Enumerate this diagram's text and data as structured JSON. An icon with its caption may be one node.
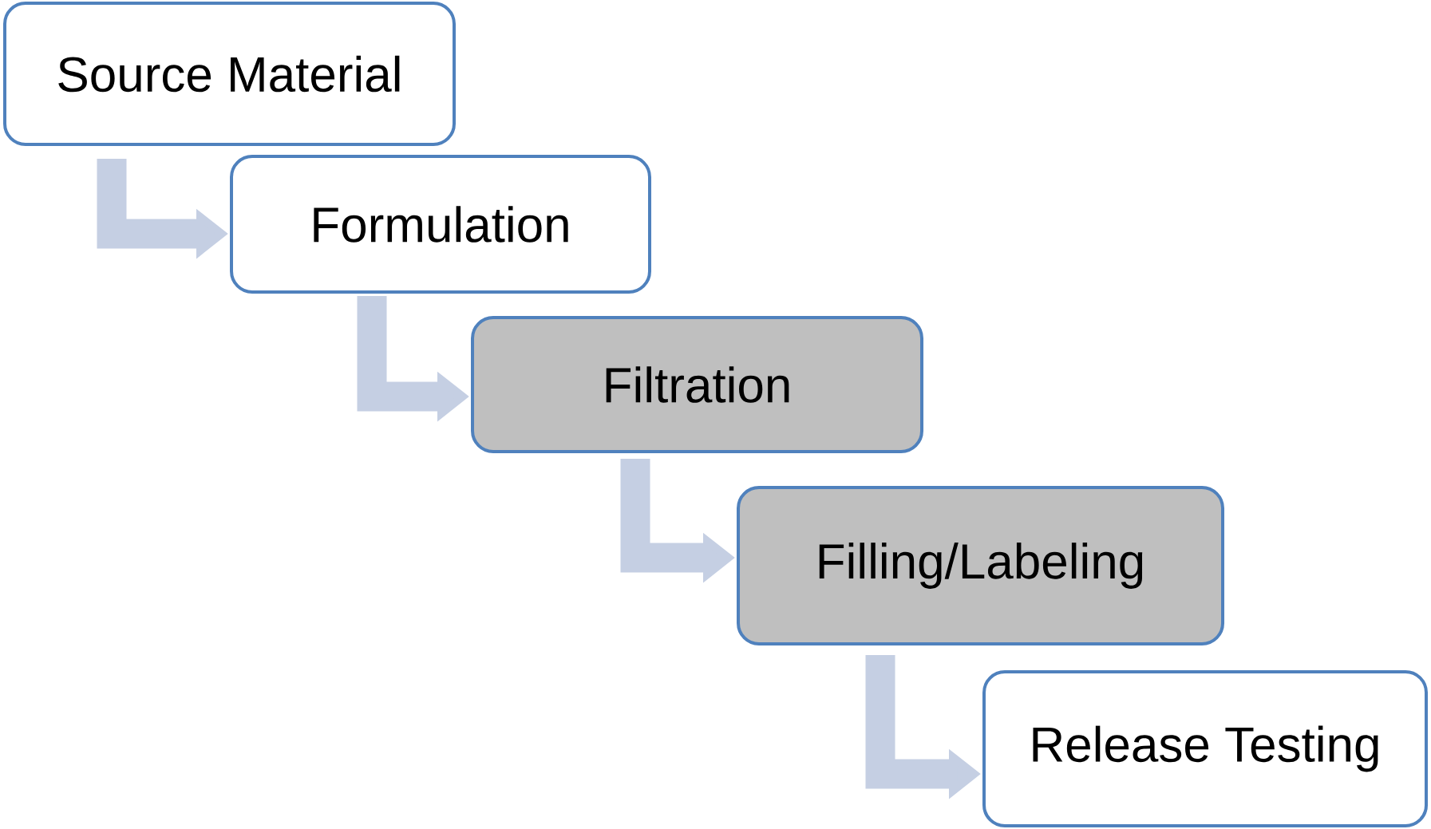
{
  "diagram": {
    "nodes": [
      {
        "text": [
          "Source Material"
        ]
      },
      {
        "text": [
          "Formulation"
        ]
      },
      {
        "text": [
          "Filtration"
        ]
      },
      {
        "text": [
          "Filling/Labeling"
        ]
      },
      {
        "text": [
          "Release Testing"
        ]
      }
    ],
    "edges": [
      {
        "from": 0,
        "to": 1,
        "arrow": "to"
      },
      {
        "from": 1,
        "to": 2,
        "arrow": "to"
      },
      {
        "from": 2,
        "to": 3,
        "arrow": "to"
      },
      {
        "from": 3,
        "to": 4,
        "arrow": "to"
      }
    ]
  }
}
